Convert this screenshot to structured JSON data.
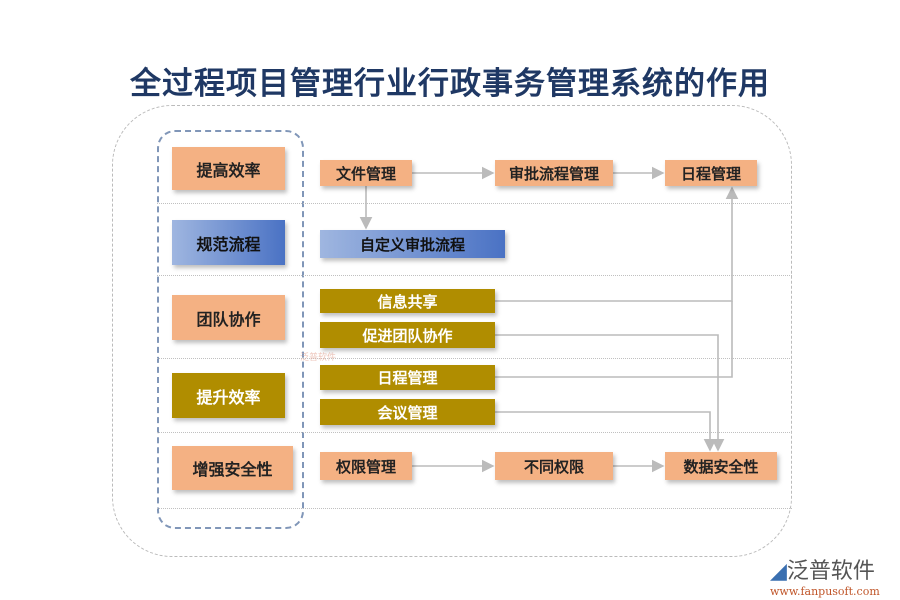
{
  "title": "全过程项目管理行业行政事务管理系统的作用",
  "left": [
    "提高效率",
    "规范流程",
    "团队协作",
    "提升效率",
    "增强安全性"
  ],
  "right": {
    "file": "文件管理",
    "approval": "审批流程管理",
    "schedule_top": "日程管理",
    "custom": "自定义审批流程",
    "share": "信息共享",
    "collab": "促进团队协作",
    "schedule": "日程管理",
    "meeting": "会议管理",
    "perm": "权限管理",
    "diffperm": "不同权限",
    "security": "数据安全性"
  },
  "colors": {
    "orange": "#f4b183",
    "gold": "#b08d00",
    "blue": "#4a72c4",
    "title": "#1f3864"
  },
  "logo": {
    "name": "泛普软件",
    "url": "www.fanpusoft.com",
    "watermark": "泛普软件"
  }
}
